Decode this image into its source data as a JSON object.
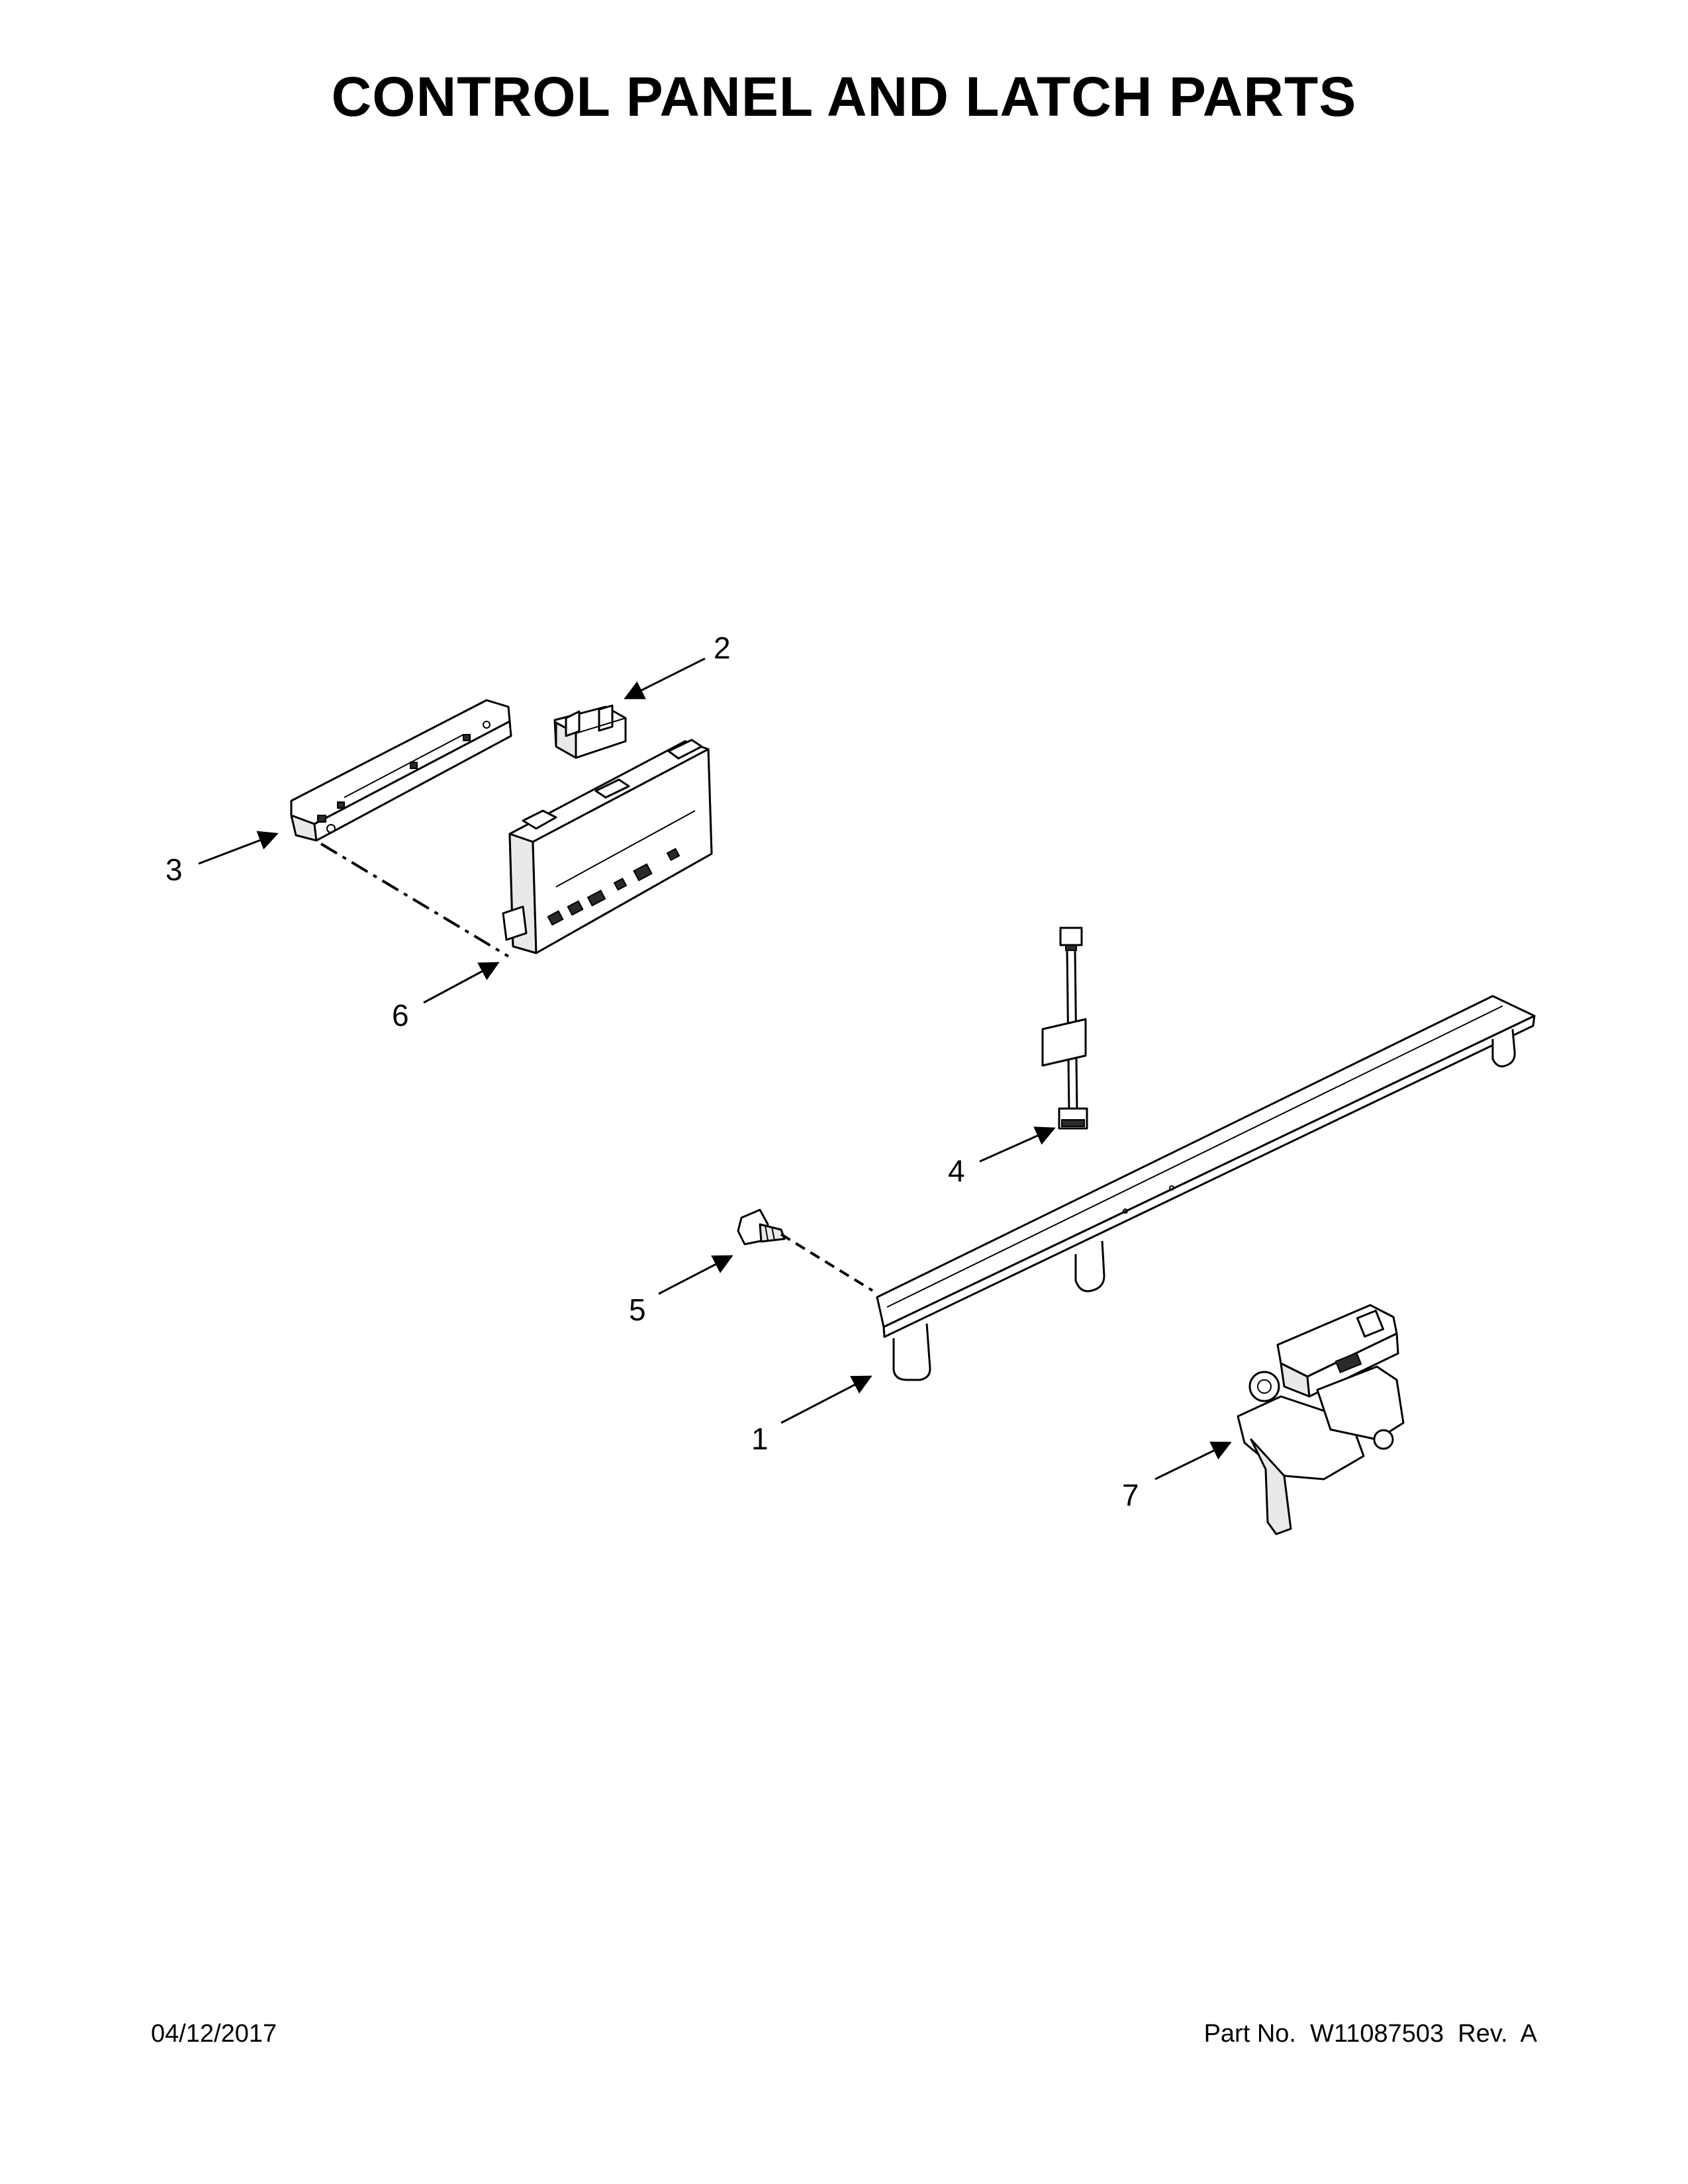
{
  "title": "CONTROL PANEL AND LATCH PARTS",
  "footer": {
    "date": "04/12/2017",
    "part_label": "Part No.  W11087503  Rev.  A"
  },
  "callouts": [
    "1",
    "2",
    "3",
    "4",
    "5",
    "6",
    "7"
  ]
}
